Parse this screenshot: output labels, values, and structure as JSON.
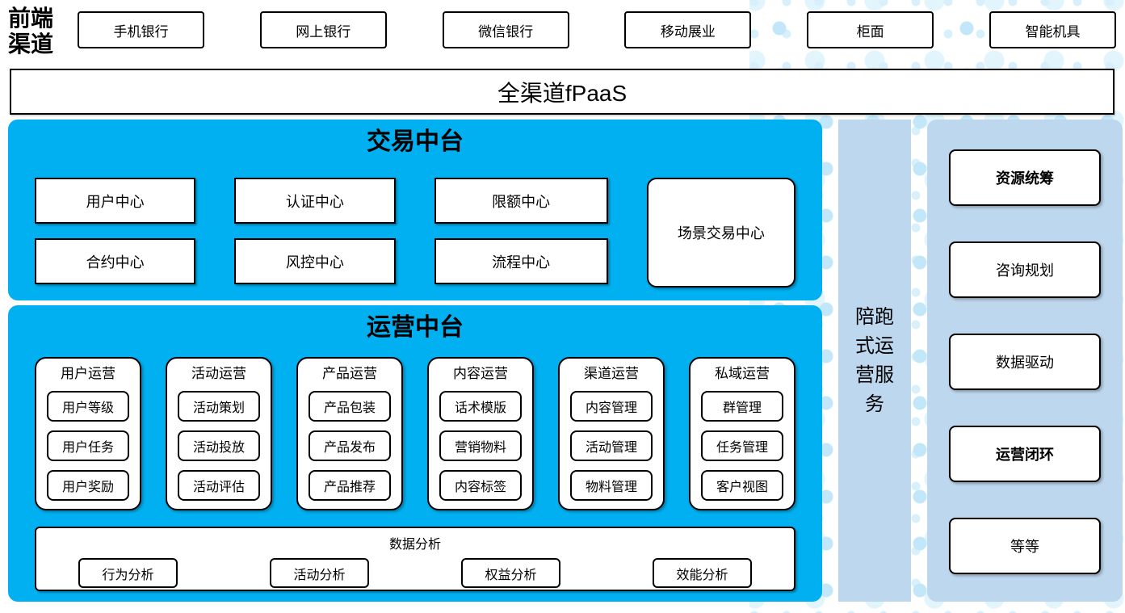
{
  "front_channels": {
    "label": "前端渠道",
    "items": [
      "手机银行",
      "网上银行",
      "微信银行",
      "移动展业",
      "柜面",
      "智能机具"
    ]
  },
  "fpaas_bar": {
    "label": "全渠道fPaaS"
  },
  "trade_platform": {
    "title": "交易中台",
    "centers": [
      "用户中心",
      "认证中心",
      "限额中心",
      "合约中心",
      "风控中心",
      "流程中心"
    ],
    "scene_center": "场景交易中心"
  },
  "ops_platform": {
    "title": "运营中台",
    "groups": [
      {
        "title": "用户运营",
        "items": [
          "用户等级",
          "用户任务",
          "用户奖励"
        ]
      },
      {
        "title": "活动运营",
        "items": [
          "活动策划",
          "活动投放",
          "活动评估"
        ]
      },
      {
        "title": "产品运营",
        "items": [
          "产品包装",
          "产品发布",
          "产品推荐"
        ]
      },
      {
        "title": "内容运营",
        "items": [
          "话术模版",
          "营销物料",
          "内容标签"
        ]
      },
      {
        "title": "渠道运营",
        "items": [
          "内容管理",
          "活动管理",
          "物料管理"
        ]
      },
      {
        "title": "私域运营",
        "items": [
          "群管理",
          "任务管理",
          "客户视图"
        ]
      }
    ],
    "data_analysis": {
      "title": "数据分析",
      "items": [
        "行为分析",
        "活动分析",
        "权益分析",
        "效能分析"
      ]
    }
  },
  "side_service": {
    "label": "陪跑式运营服务"
  },
  "right_panel": {
    "items": [
      "资源统筹",
      "咨询规划",
      "数据驱动",
      "运营闭环",
      "等等"
    ]
  },
  "colors": {
    "platform_blue": "#00B0F0",
    "panel_light_blue": "#BDD7EE",
    "dot_pattern_blue": "#CDEAF8",
    "box_border": "#000000"
  }
}
